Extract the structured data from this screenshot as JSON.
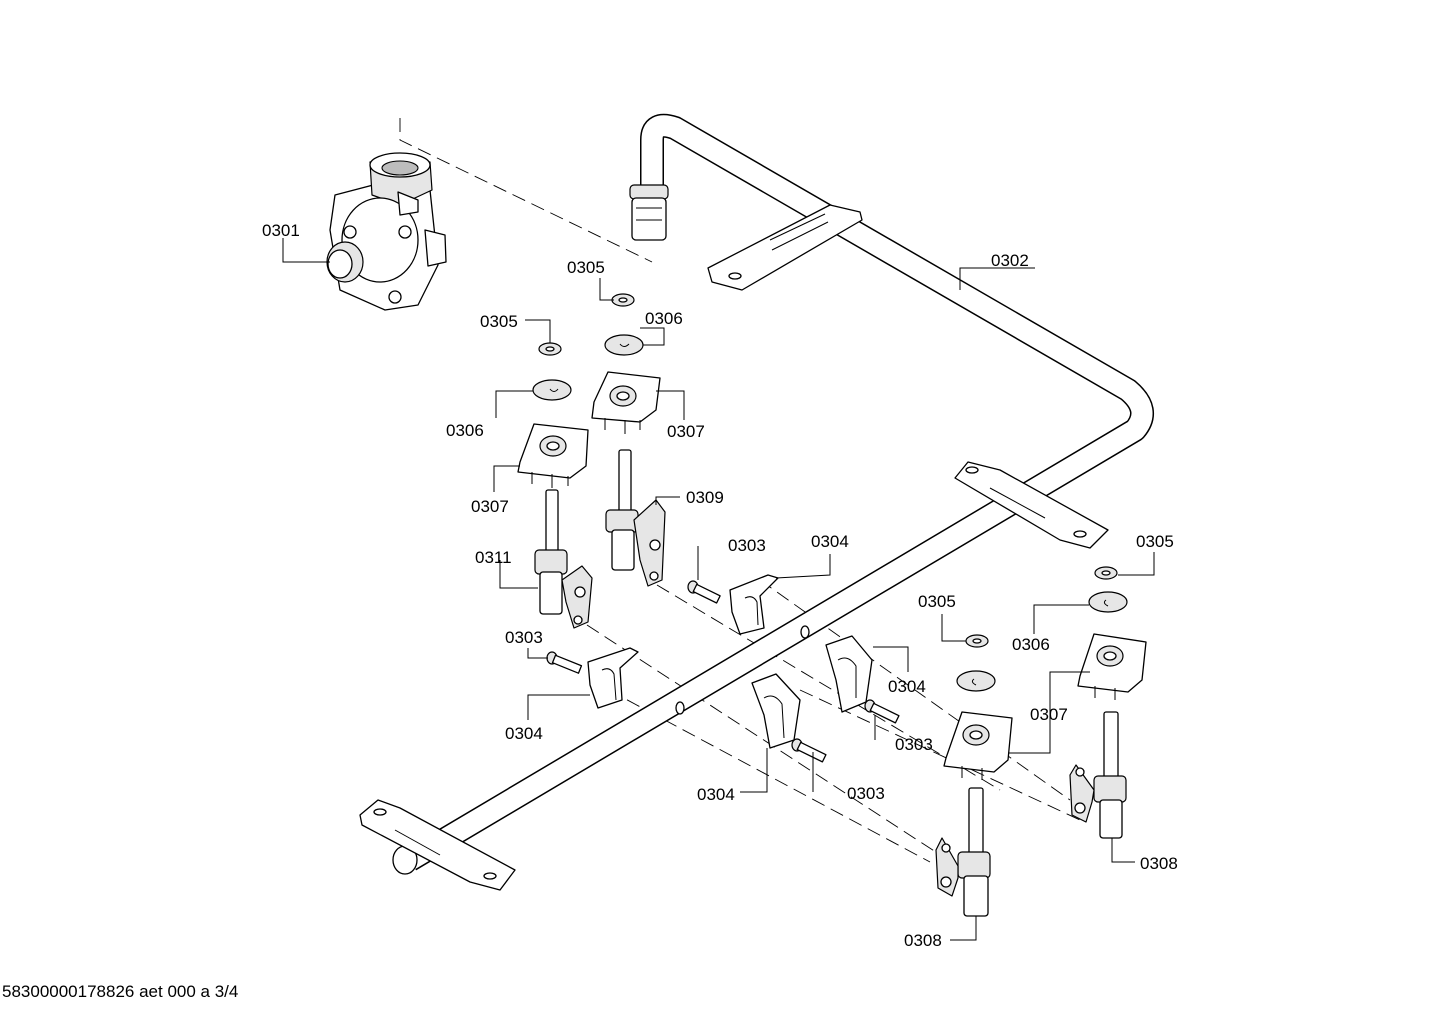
{
  "diagram": {
    "labels": {
      "l0301": "0301",
      "l0302": "0302",
      "l0305a": "0305",
      "l0305b": "0305",
      "l0306a": "0306",
      "l0306b": "0306",
      "l0307a": "0307",
      "l0307b": "0307",
      "l0309": "0309",
      "l0311": "0311",
      "l0303a": "0303",
      "l0304a": "0304",
      "l0303b": "0303",
      "l0304b": "0304",
      "l0305c": "0305",
      "l0305d": "0305",
      "l0306c": "0306",
      "l0304c": "0304",
      "l0307c": "0307",
      "l0303c": "0303",
      "l0304d": "0304",
      "l0303d": "0303",
      "l0308a": "0308",
      "l0308b": "0308"
    },
    "footer": "58300000178826 aet 000 a 3/4"
  }
}
